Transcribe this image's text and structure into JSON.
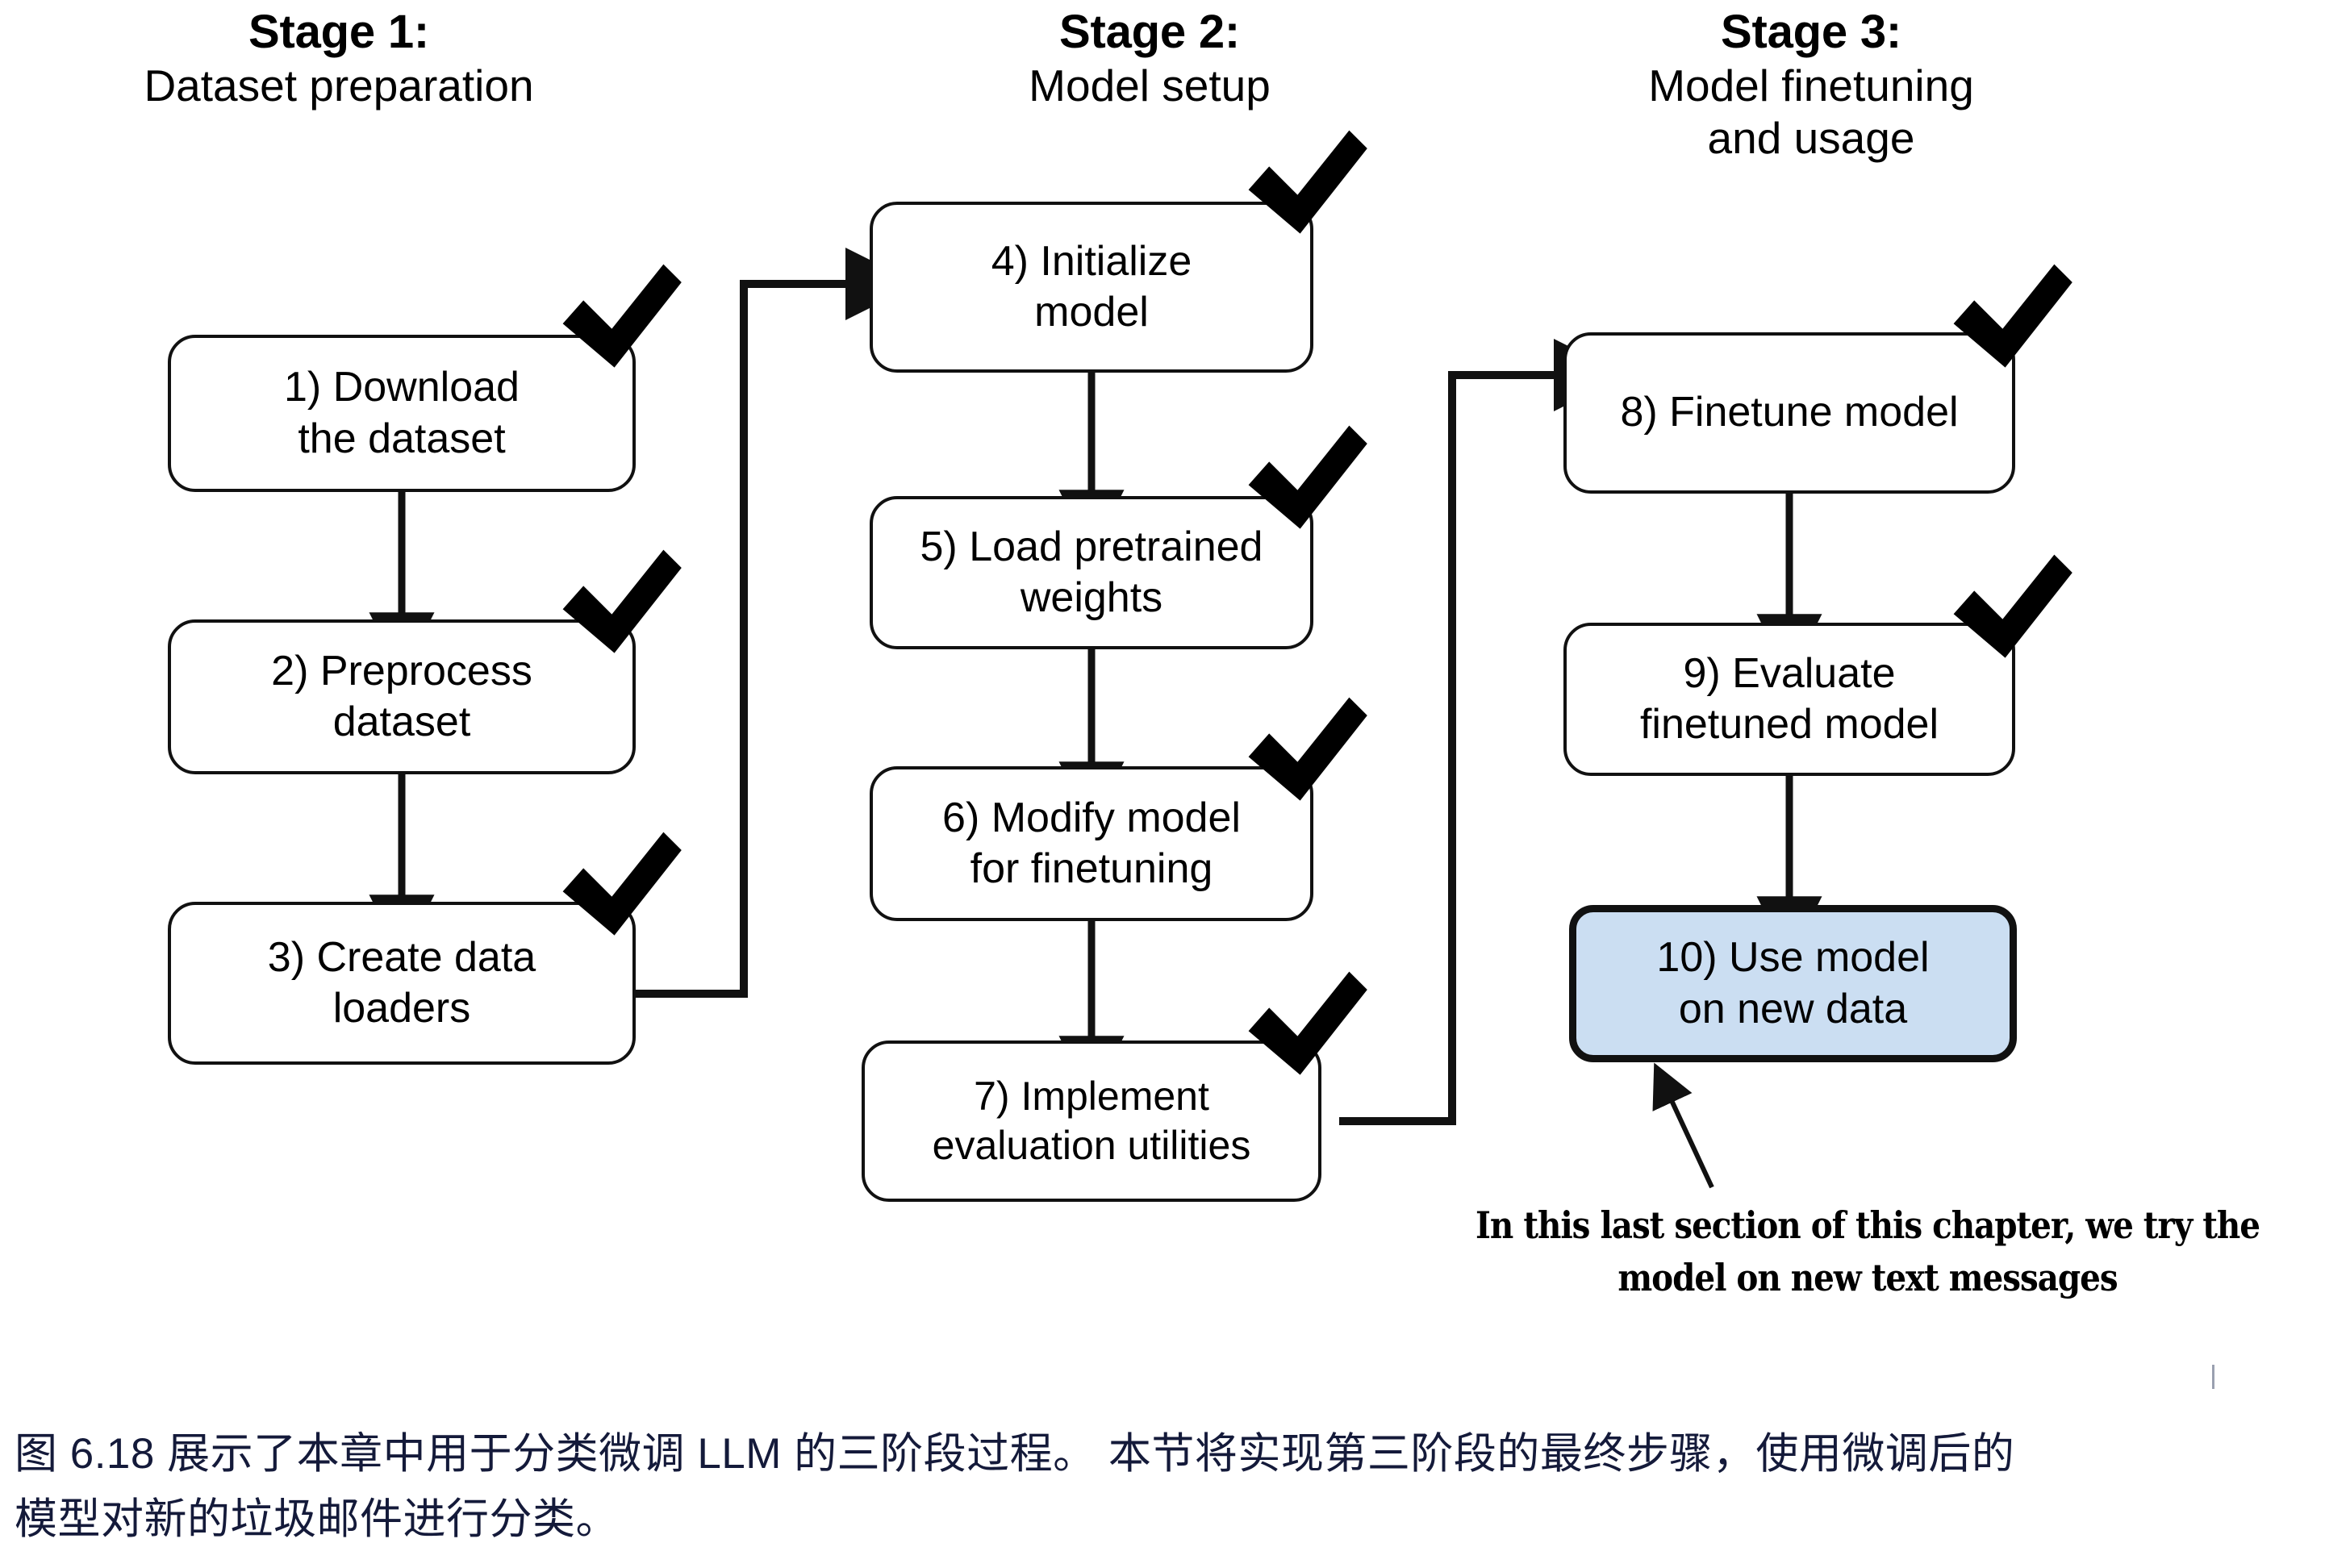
{
  "figure": {
    "stages": [
      {
        "id": "stage-1",
        "number": "Stage 1:",
        "subtitle": "Dataset preparation"
      },
      {
        "id": "stage-2",
        "number": "Stage 2:",
        "subtitle": "Model setup"
      },
      {
        "id": "stage-3",
        "number": "Stage 3:",
        "subtitle": "Model finetuning\nand usage"
      }
    ],
    "nodes": [
      {
        "id": "node-1",
        "stage": "stage-1",
        "label": "1) Download\nthe dataset",
        "checked": true,
        "highlighted": false
      },
      {
        "id": "node-2",
        "stage": "stage-1",
        "label": "2) Preprocess\ndataset",
        "checked": true,
        "highlighted": false
      },
      {
        "id": "node-3",
        "stage": "stage-1",
        "label": "3) Create data\nloaders",
        "checked": true,
        "highlighted": false
      },
      {
        "id": "node-4",
        "stage": "stage-2",
        "label": "4) Initialize\nmodel",
        "checked": true,
        "highlighted": false
      },
      {
        "id": "node-5",
        "stage": "stage-2",
        "label": "5) Load pretrained\nweights",
        "checked": true,
        "highlighted": false
      },
      {
        "id": "node-6",
        "stage": "stage-2",
        "label": "6) Modify model\nfor finetuning",
        "checked": true,
        "highlighted": false
      },
      {
        "id": "node-7",
        "stage": "stage-2",
        "label": "7) Implement\nevaluation utilities",
        "checked": true,
        "highlighted": false
      },
      {
        "id": "node-8",
        "stage": "stage-3",
        "label": "8) Finetune model",
        "checked": true,
        "highlighted": false
      },
      {
        "id": "node-9",
        "stage": "stage-3",
        "label": "9) Evaluate\nfinetuned model",
        "checked": true,
        "highlighted": false
      },
      {
        "id": "node-10",
        "stage": "stage-3",
        "label": "10) Use model\non new data",
        "checked": false,
        "highlighted": true
      }
    ],
    "annotation": "In this last section of this chapter, we try the\nmodel on new text messages",
    "caption": {
      "line1": "图 6.18 展示了本章中用于分类微调 LLM 的三阶段过程。 本节将实现第三阶段的最终步骤，使用微调后的",
      "line2": "模型对新的垃圾邮件进行分类。"
    },
    "colors": {
      "highlight_fill": "#cbdef2",
      "stroke": "#111111",
      "caption_text": "#141a3a",
      "background": "#ffffff"
    },
    "flow_order": "1 → 2 → 3 → 4 → 5 → 6 → 7 → 8 → 9 → 10"
  }
}
